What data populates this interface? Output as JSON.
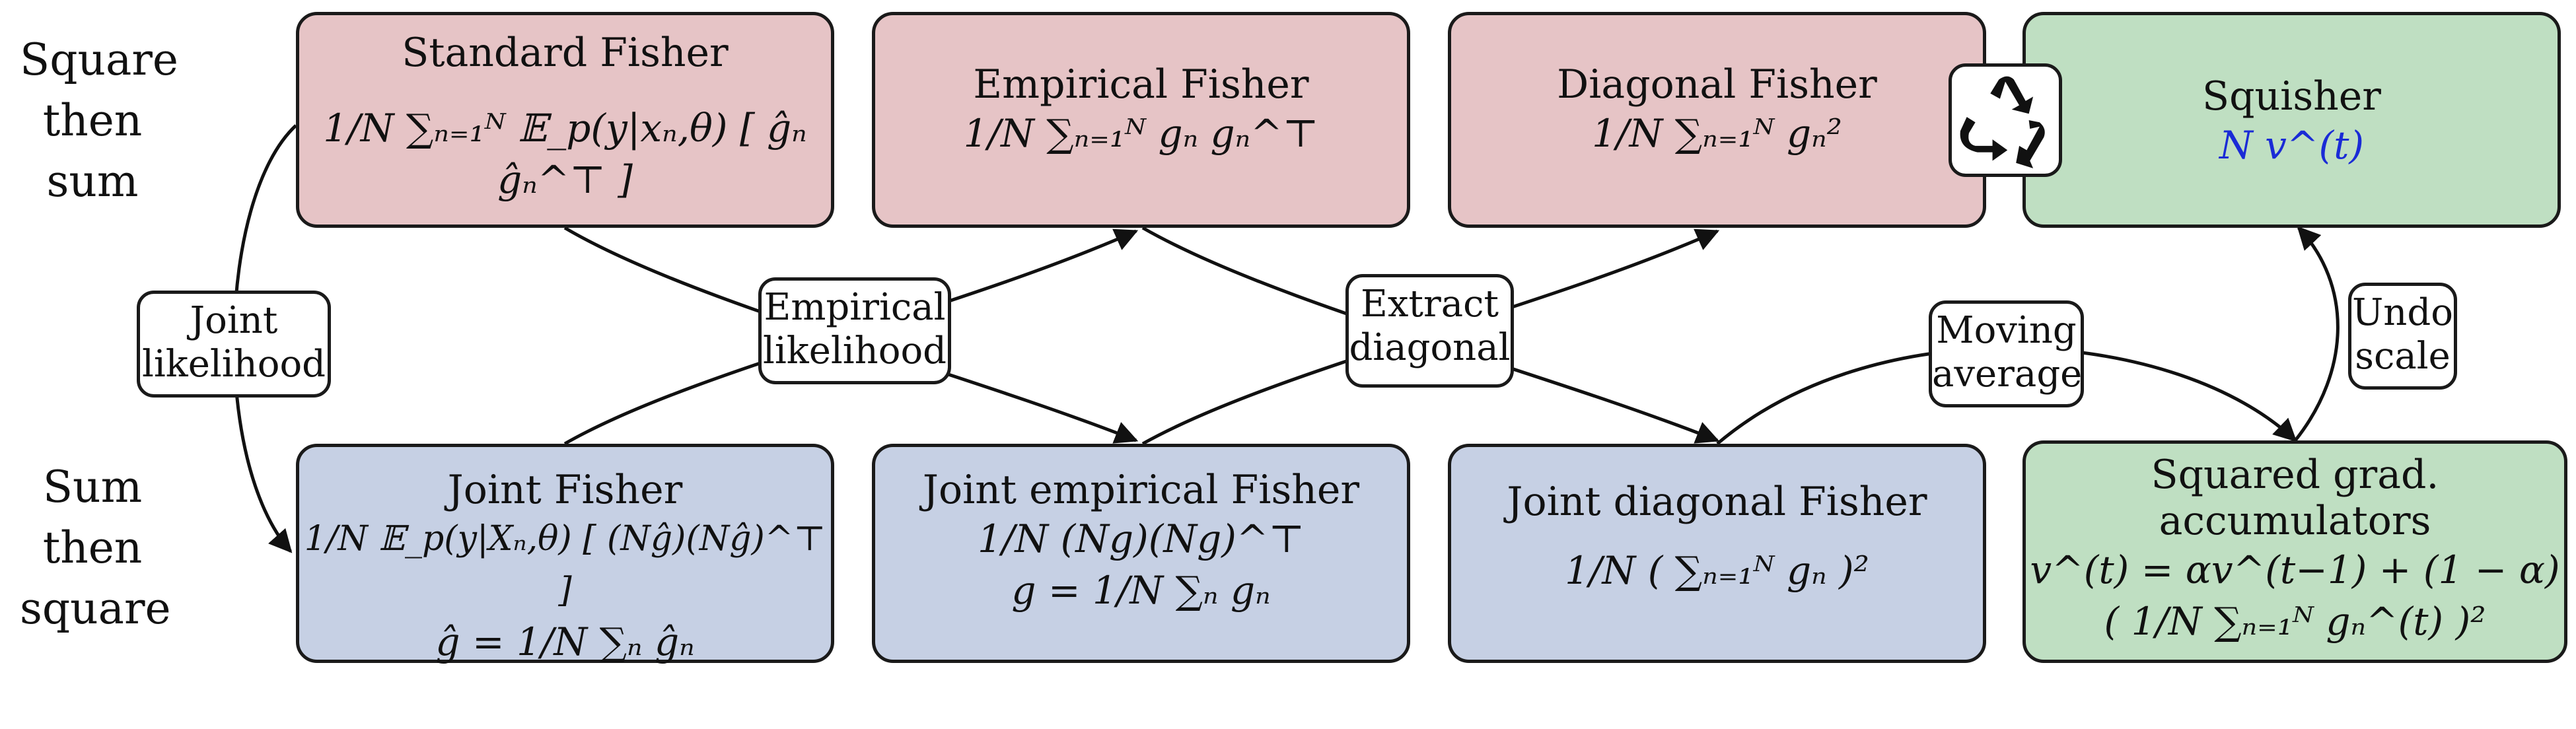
{
  "row_labels": {
    "top": [
      "Square",
      "then",
      "sum"
    ],
    "bottom": [
      "Sum",
      "then",
      "square"
    ]
  },
  "boxes": {
    "standard_fisher": {
      "title": "Standard Fisher",
      "formula": "1/N ∑ₙ₌₁ᴺ 𝔼_p(y|xₙ,θ) [ ĝₙ ĝₙ^⊤ ]"
    },
    "empirical_fisher": {
      "title": "Empirical Fisher",
      "formula": "1/N ∑ₙ₌₁ᴺ gₙ gₙ^⊤"
    },
    "diagonal_fisher": {
      "title": "Diagonal Fisher",
      "formula": "1/N ∑ₙ₌₁ᴺ gₙ²"
    },
    "squisher": {
      "title": "Squisher",
      "formula": "N v^(t)"
    },
    "joint_fisher": {
      "title": "Joint Fisher",
      "formula1": "1/N 𝔼_p(y|Xₙ,θ) [ (Nĝ)(Nĝ)^⊤ ]",
      "formula2": "ĝ = 1/N ∑ₙ ĝₙ"
    },
    "joint_empirical_fisher": {
      "title": "Joint empirical Fisher",
      "formula1": "1/N (Ng)(Ng)^⊤",
      "formula2": "g = 1/N ∑ₙ gₙ"
    },
    "joint_diagonal_fisher": {
      "title": "Joint diagonal Fisher",
      "formula": "1/N ( ∑ₙ₌₁ᴺ gₙ )²"
    },
    "squared_grad": {
      "title": "Squared grad. accumulators",
      "formula1": "v^(t) = αv^(t−1) + (1 − α)",
      "formula2": "( 1/N ∑ₙ₌₁ᴺ gₙ^(t) )²"
    }
  },
  "edge_labels": {
    "joint_likelihood": [
      "Joint",
      "likelihood"
    ],
    "empirical_likelihood": [
      "Empirical",
      "likelihood"
    ],
    "extract_diagonal": [
      "Extract",
      "diagonal"
    ],
    "moving_average": [
      "Moving",
      "average"
    ],
    "undo_scale": [
      "Undo",
      "scale"
    ]
  },
  "icons": {
    "recycle": "recycle-icon"
  },
  "colors": {
    "red_box": "#e6c4c6",
    "blue_box": "#c6d0e4",
    "green_box": "#bfdfc2",
    "accent_blue": "#1a2bd6"
  }
}
